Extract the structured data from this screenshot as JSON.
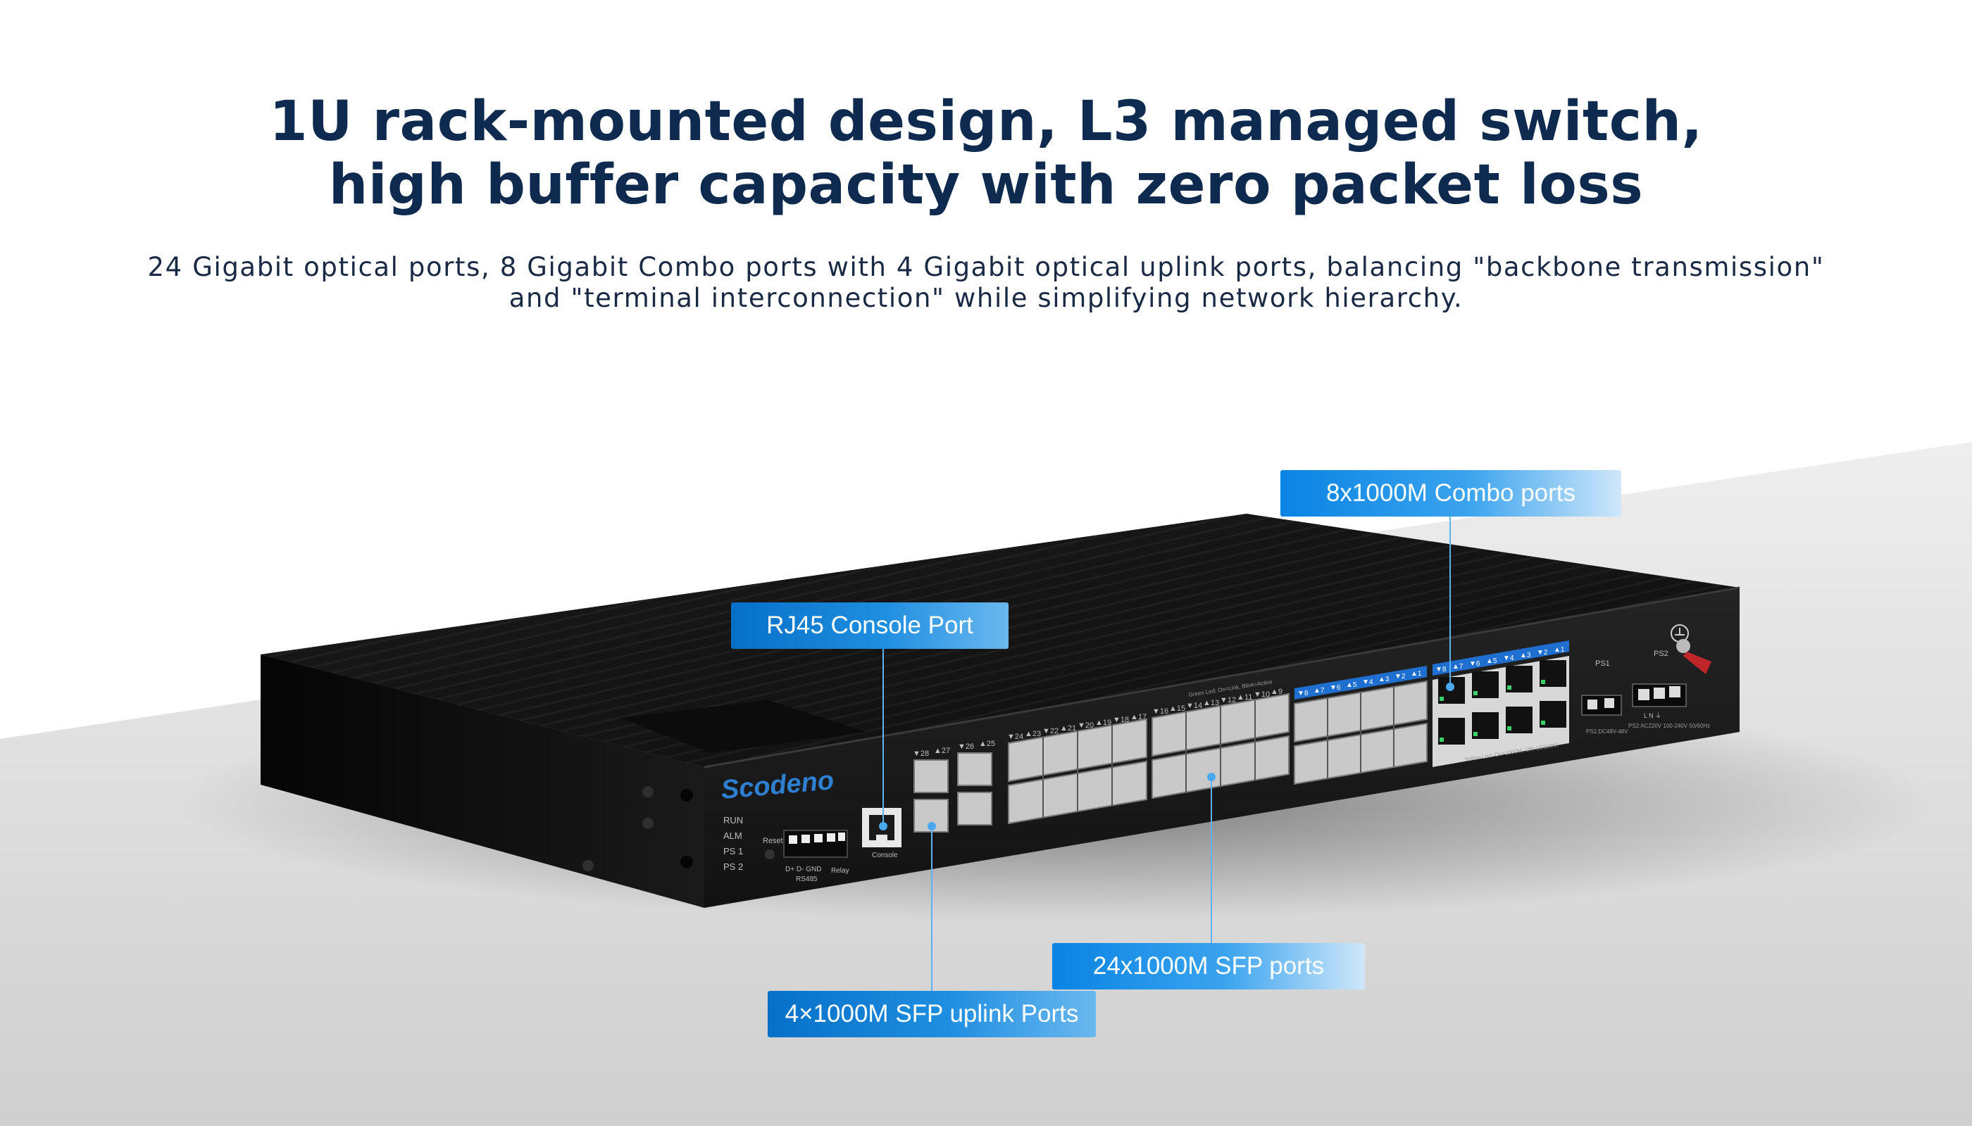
{
  "headline": {
    "line1": "1U rack-mounted design, L3 managed switch,",
    "line2": "high buffer capacity with zero packet loss"
  },
  "subtitle": {
    "line1": "24 Gigabit optical ports, 8 Gigabit Combo ports with 4 Gigabit optical uplink ports, balancing \"backbone transmission\"",
    "line2": "and \"terminal interconnection\" while simplifying network hierarchy."
  },
  "device": {
    "brand": "Scodeno",
    "status_leds": [
      "RUN",
      "ALM",
      "PS 1",
      "PS 2"
    ],
    "reset_label": "Reset",
    "rs485_label": "RS485",
    "rs485_pins": "D+   D-   GND",
    "relay_label": "Relay",
    "console_label": "Console",
    "uplink_ports": [
      "▼28",
      "▲27",
      "▼26",
      "▲25"
    ],
    "sfp_group_a": [
      "▼24",
      "▲23",
      "▼22",
      "▲21",
      "▼20",
      "▲19",
      "▼18",
      "▲17"
    ],
    "sfp_group_b": [
      "▼16",
      "▲15",
      "▼14",
      "▲13",
      "▼12",
      "▲11",
      "▼10",
      "▲9"
    ],
    "sfp_group_c": [
      "▼8",
      "▲7",
      "▼6",
      "▲5",
      "▼4",
      "▲3",
      "▼2",
      "▲1"
    ],
    "combo_ports": [
      "▼8",
      "▲7",
      "▼6",
      "▲5",
      "▼4",
      "▲3",
      "▼2",
      "▲1"
    ],
    "led_note_green": "Green Led: On=Link, Blink=Active",
    "led_note_yellow": "Yellow Led: On=1000M, Off=10/100M",
    "ps1_label": "PS1",
    "ps2_label": "PS2",
    "ps1_spec": "PS1:DC48V-48V",
    "ps2_spec": "PS2:AC220V 100-240V 50/60Hz",
    "ps2_pins": "L   N   ⏚"
  },
  "callouts": {
    "combo": "8x1000M Combo ports",
    "console": "RJ45 Console Port",
    "sfp24": "24x1000M SFP ports",
    "uplink": "4×1000M SFP uplink Ports"
  },
  "colors": {
    "heading": "#0f2a4f",
    "callout_blue": "#0a84e4",
    "chassis": "#141414",
    "floor": "#d4d4d4"
  }
}
